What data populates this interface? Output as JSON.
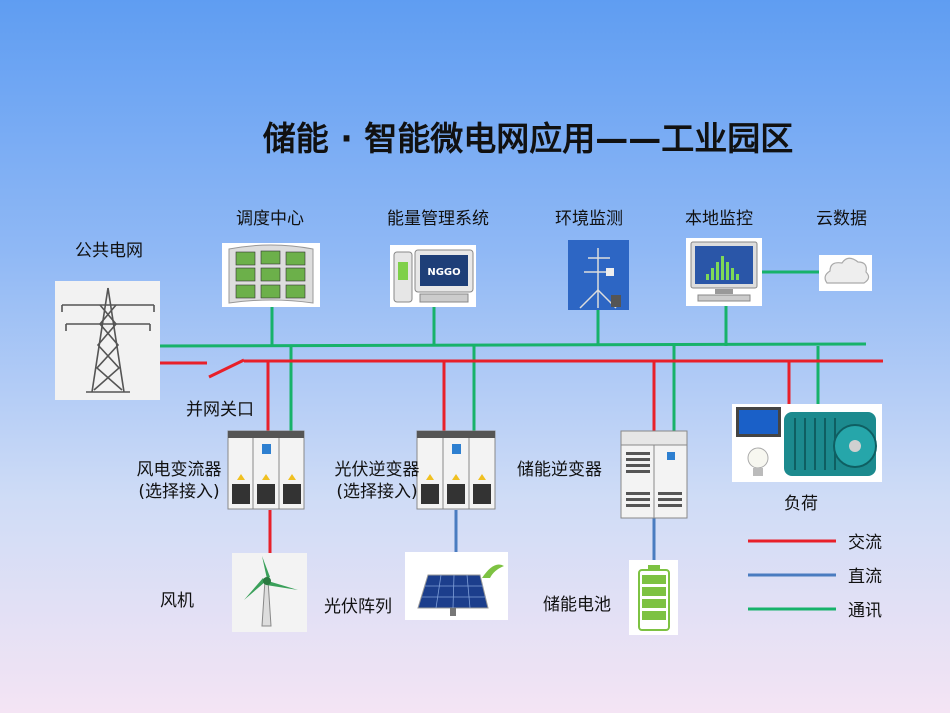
{
  "title": "储能 · 智能微电网应用——工业园区",
  "nodes": {
    "grid": "公共电网",
    "dispatch": "调度中心",
    "ems": "能量管理系统",
    "env": "环境监测",
    "local": "本地监控",
    "cloud": "云数据",
    "switch": "并网关口",
    "wind_conv_1": "风电变流器",
    "wind_conv_2": "(选择接入)",
    "pv_inv_1": "光伏逆变器",
    "pv_inv_2": "(选择接入)",
    "storage_inv": "储能逆变器",
    "load": "负荷",
    "turbine": "风机",
    "pv_array": "光伏阵列",
    "battery": "储能电池"
  },
  "ems_logo": "NGGO",
  "legend": [
    {
      "label": "交流",
      "color": "#e8202a"
    },
    {
      "label": "直流",
      "color": "#4a7cc0"
    },
    {
      "label": "通讯",
      "color": "#17b26a"
    }
  ]
}
